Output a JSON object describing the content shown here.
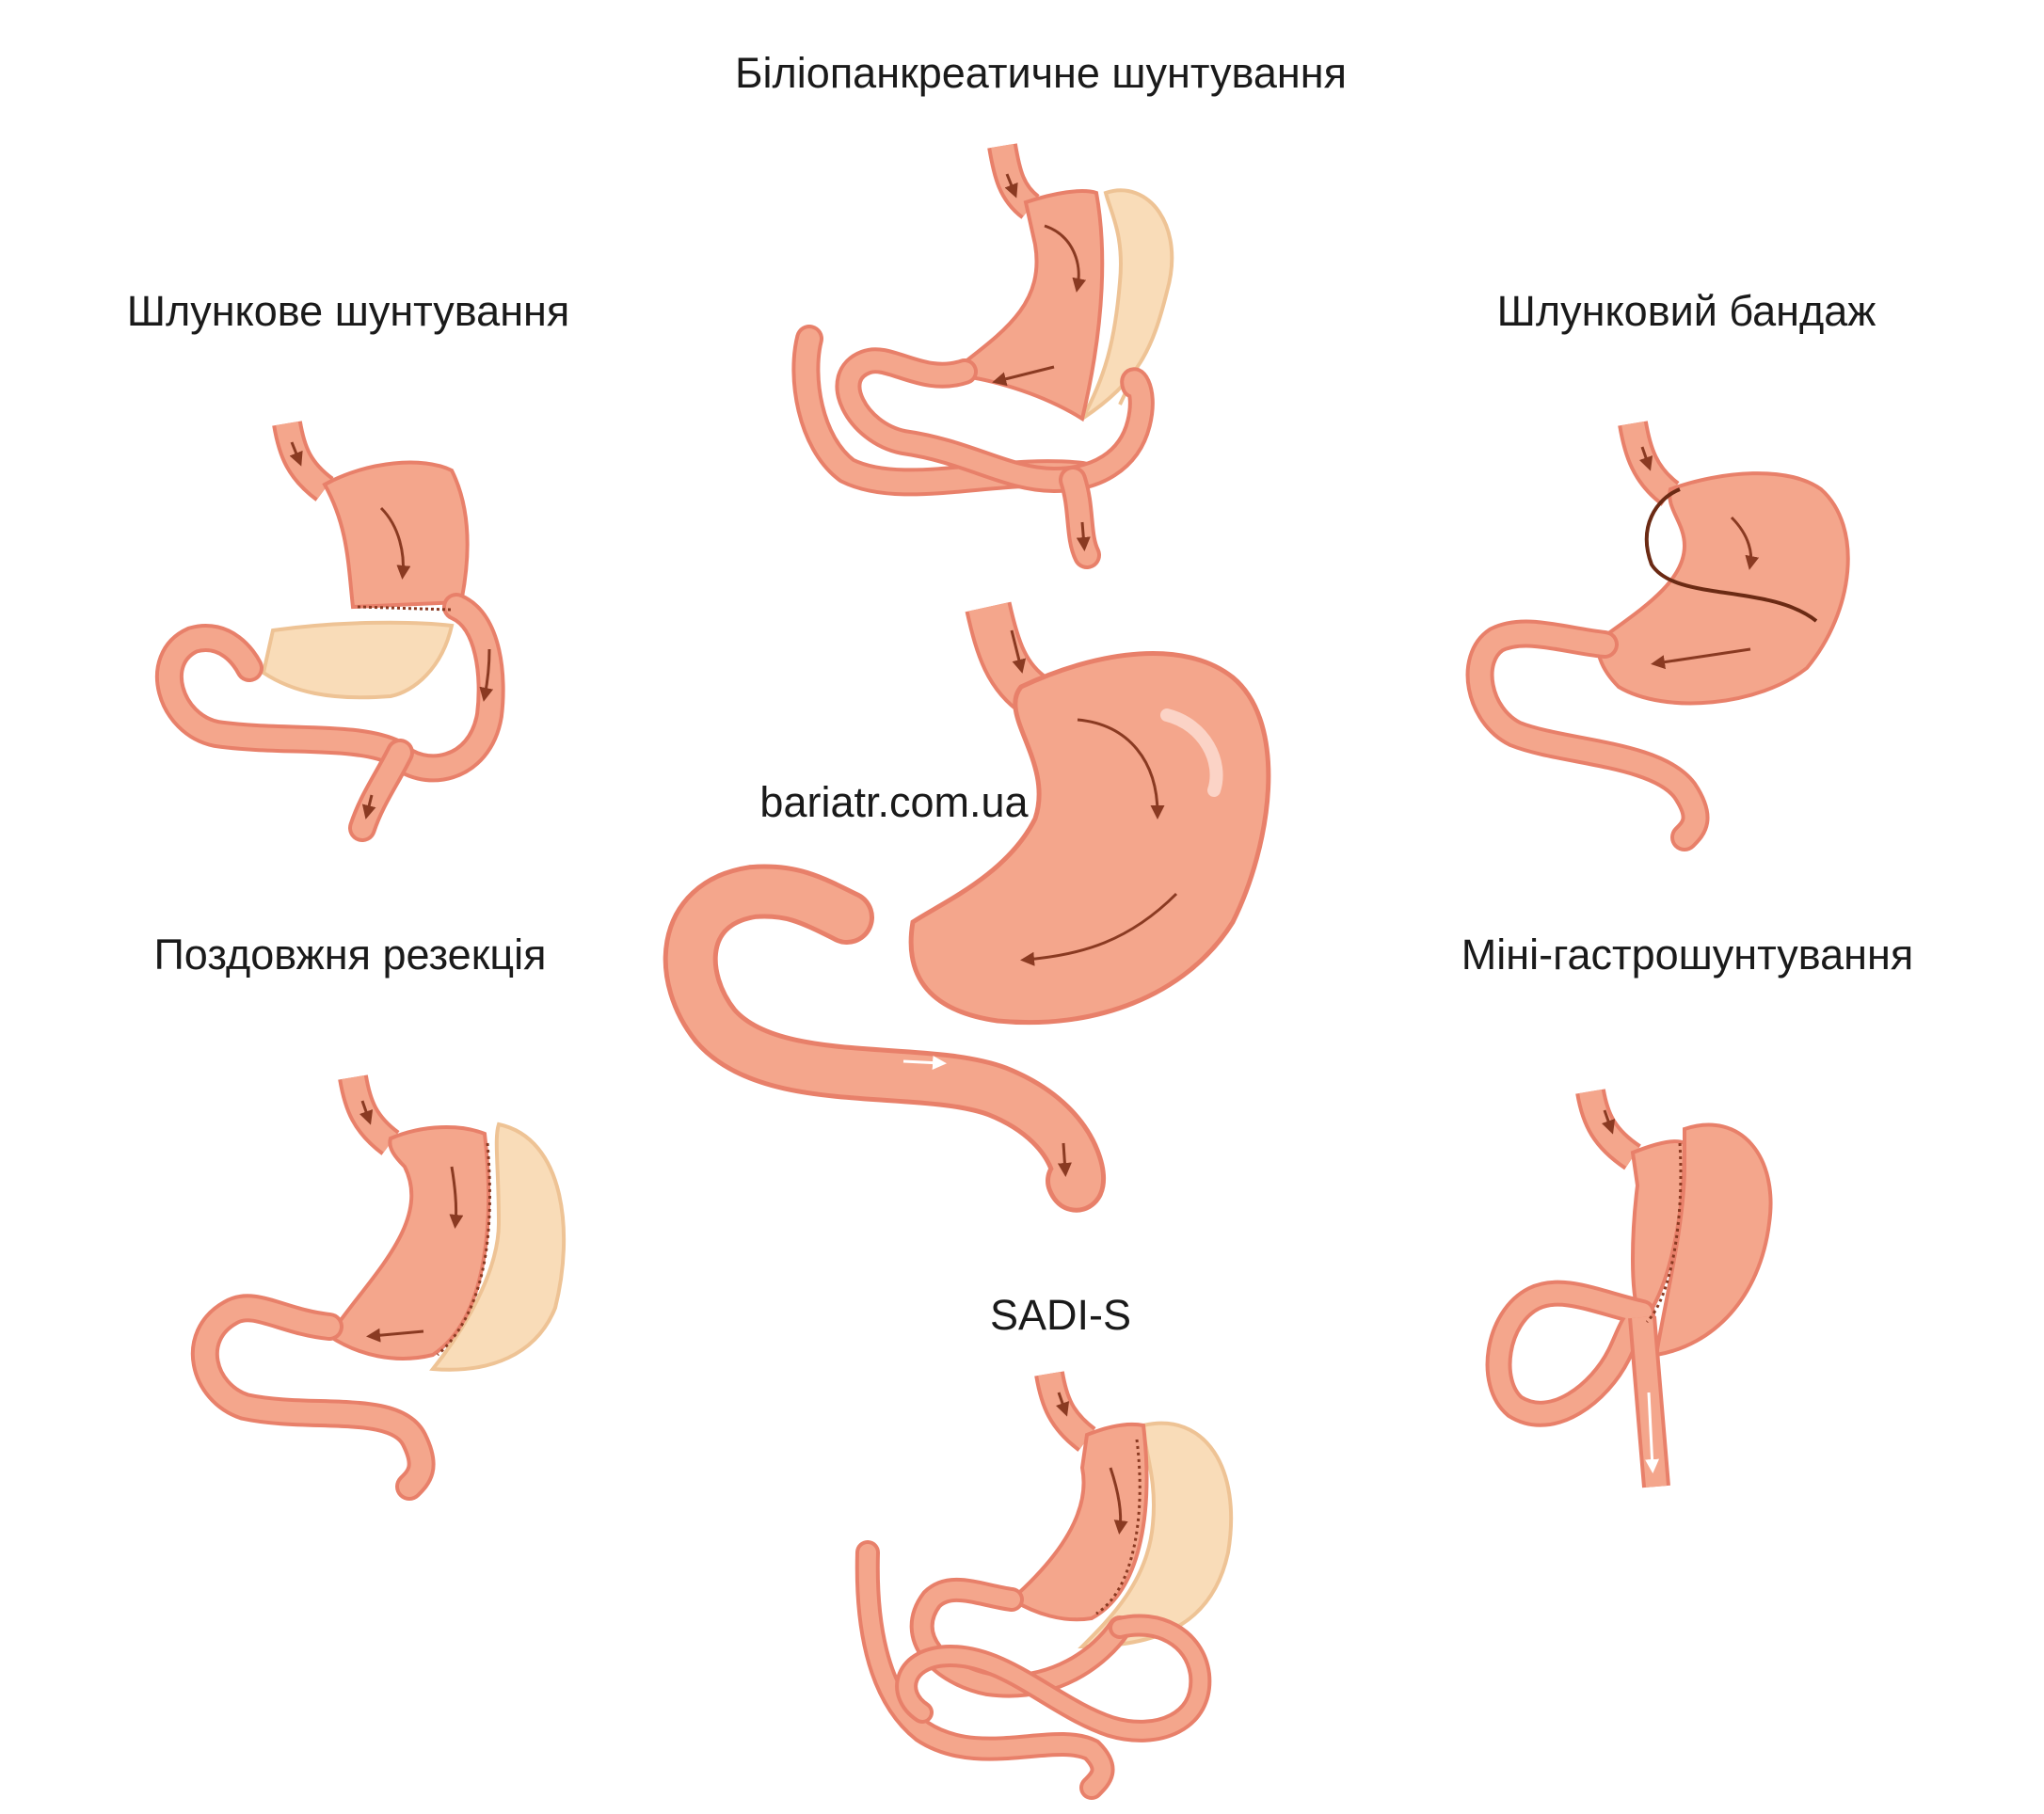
{
  "diagram": {
    "center": {
      "label": "bariatr.com.ua"
    },
    "procedures": [
      {
        "id": "biliopancreatic",
        "label": "Біліопанкреатичне шунтування"
      },
      {
        "id": "gastric-bypass",
        "label": "Шлункове шунтування"
      },
      {
        "id": "gastric-band",
        "label": "Шлунковий бандаж"
      },
      {
        "id": "sleeve",
        "label": "Поздовжня резекція"
      },
      {
        "id": "mini-bypass",
        "label": "Міні-гастрошунтування"
      },
      {
        "id": "sadi-s",
        "label": "SADI-S"
      }
    ]
  },
  "colors": {
    "organ_fill": "#f4a68c",
    "organ_stroke": "#e8806a",
    "highlight": "#fbd3c6",
    "removed_fill": "#f9dcb8",
    "removed_stroke": "#eec395",
    "arrow_dark": "#8a3a22",
    "arrow_light": "#ffffff",
    "band": "#6b2a14"
  }
}
